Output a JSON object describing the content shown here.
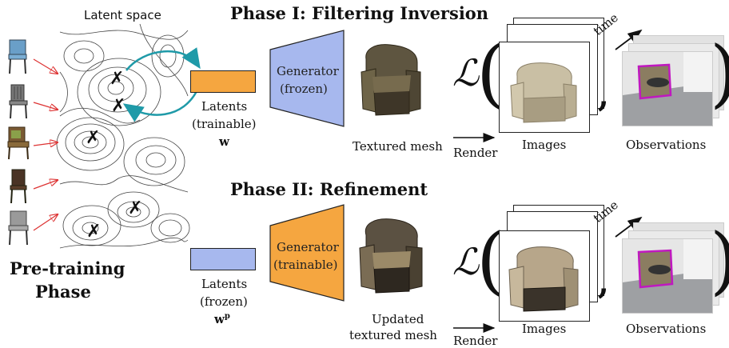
{
  "latent_space_label": "Latent space",
  "pretraining_label": [
    "Pre-training",
    "Phase"
  ],
  "phase1": {
    "title": "Phase I: Filtering Inversion",
    "latents_label": [
      "Latents",
      "(trainable)"
    ],
    "latents_var": "w",
    "generator_label": [
      "Generator",
      "(frozen)"
    ],
    "mesh_label": "Textured mesh",
    "render_label": "Render",
    "images_label": "Images",
    "time_label": "time",
    "observations_label": "Observations",
    "latent_color": "#f5a640",
    "generator_color": "#a7b8ee"
  },
  "phase2": {
    "title": "Phase II: Refinement",
    "latents_label": [
      "Latents",
      "(frozen)"
    ],
    "latents_var": "w",
    "latents_sup": "p",
    "generator_label": [
      "Generator",
      "(trainable)"
    ],
    "mesh_label": [
      "Updated",
      "textured mesh"
    ],
    "render_label": "Render",
    "images_label": "Images",
    "time_label": "time",
    "observations_label": "Observations",
    "latent_color": "#a7b8ee",
    "generator_color": "#f5a640"
  },
  "loss_symbol": "ℒ",
  "cross_marker": "✗",
  "chair_icons": [
    "chair-blue-icon",
    "chair-gray-wood-icon",
    "chair-wood-green-icon",
    "chair-dark-wood-icon",
    "chair-gray-icon"
  ]
}
